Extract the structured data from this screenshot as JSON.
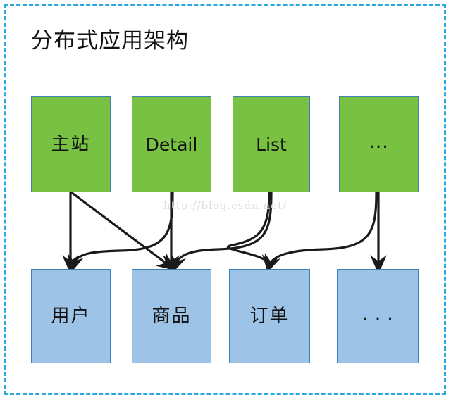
{
  "diagram": {
    "title": "分布式应用架构",
    "watermark": "http://blog.csdn.net/",
    "frame": {
      "border_color": "#29a8e0",
      "border_style": "dashed",
      "background": "#ffffff"
    },
    "colors": {
      "service_fill": "#79c143",
      "service_border": "#3f80b5",
      "datastore_fill": "#9dc3e6",
      "datastore_border": "#3f80b5",
      "edge": "#1a1a1a",
      "title_text": "#111111",
      "watermark_text": "#dcdcdc"
    },
    "top_row": {
      "role": "applications",
      "nodes": [
        {
          "id": "main-site",
          "label": "主站",
          "kind": "cn"
        },
        {
          "id": "detail",
          "label": "Detail",
          "kind": "en"
        },
        {
          "id": "list",
          "label": "List",
          "kind": "en"
        },
        {
          "id": "more-apps",
          "label": "...",
          "kind": "dots-tight"
        }
      ]
    },
    "bottom_row": {
      "role": "services",
      "nodes": [
        {
          "id": "user",
          "label": "用户",
          "kind": "cn"
        },
        {
          "id": "product",
          "label": "商品",
          "kind": "cn"
        },
        {
          "id": "order",
          "label": "订单",
          "kind": "cn"
        },
        {
          "id": "more-services",
          "label": "...",
          "kind": "dots-wide"
        }
      ]
    },
    "edges": [
      {
        "from": "main-site",
        "to": "user"
      },
      {
        "from": "main-site",
        "to": "product"
      },
      {
        "from": "detail",
        "to": "product"
      },
      {
        "from": "detail",
        "to": "user"
      },
      {
        "from": "list",
        "to": "product"
      },
      {
        "from": "list",
        "to": "order"
      },
      {
        "from": "more-apps",
        "to": "more-services"
      },
      {
        "from": "more-apps",
        "to": "order"
      }
    ]
  }
}
